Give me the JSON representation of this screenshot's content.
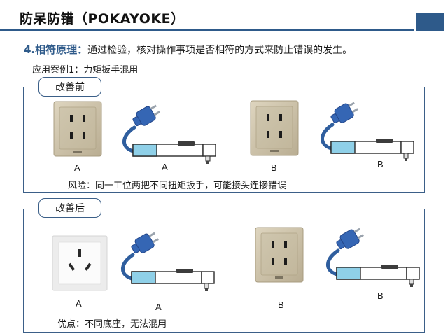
{
  "title": "防呆防错（POKAYOKE）",
  "principle": {
    "heading": "4.相符原理：",
    "text": "通过检验，核对操作事项是否相符的方式来防止错误的发生。"
  },
  "case_title": "应用案例1：力矩扳手混用",
  "before": {
    "tag": "改善前",
    "labels": [
      "A",
      "A",
      "B",
      "B"
    ],
    "note": "风险：同一工位两把不同扭矩扳手，可能接头连接错误"
  },
  "after": {
    "tag": "改善后",
    "labels": [
      "A",
      "A",
      "B",
      "B"
    ],
    "note": "优点：不同底座，无法混用"
  },
  "colors": {
    "accent": "#2e5a8a",
    "socket_gold": "#cfc4ab",
    "socket_white": "#f2f2f2",
    "plug_blue": "#3566b4",
    "cable_blue": "#2f5e9e",
    "sleeve_blue": "#8fd0e8"
  }
}
